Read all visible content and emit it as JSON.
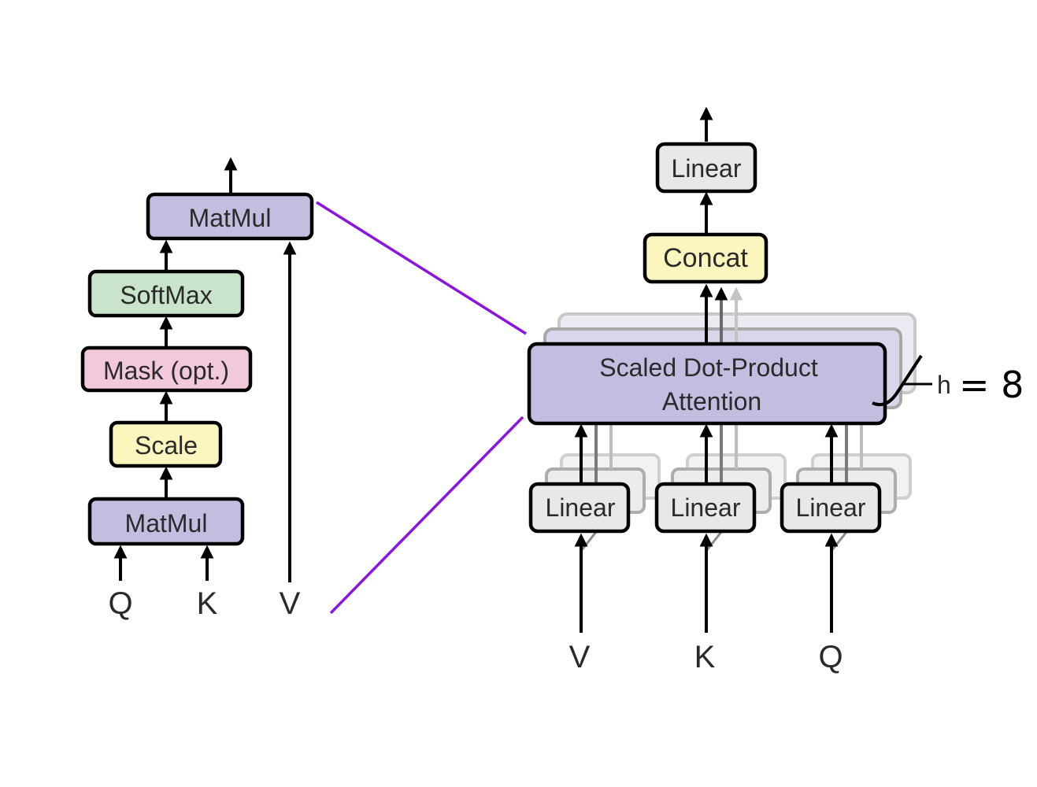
{
  "left_diagram": {
    "matmul_top": "MatMul",
    "softmax": "SoftMax",
    "mask": "Mask (opt.)",
    "scale": "Scale",
    "matmul_bottom": "MatMul",
    "input_q": "Q",
    "input_k": "K",
    "input_v": "V"
  },
  "right_diagram": {
    "linear_top": "Linear",
    "concat": "Concat",
    "attention_line1": "Scaled Dot-Product",
    "attention_line2": "Attention",
    "linear_v": "Linear",
    "linear_k": "Linear",
    "linear_q": "Linear",
    "input_v": "V",
    "input_k": "K",
    "input_q": "Q",
    "head_label": "h",
    "head_annotation": "= 8"
  },
  "colors": {
    "matmul": "#c3bde0",
    "softmax": "#c9e4cb",
    "mask": "#f2c9dc",
    "scale": "#fbf6bd",
    "concat": "#fbf6bd",
    "linear": "#e6e9e6",
    "attention": "#c3bde0",
    "connector": "#8a14e0"
  }
}
